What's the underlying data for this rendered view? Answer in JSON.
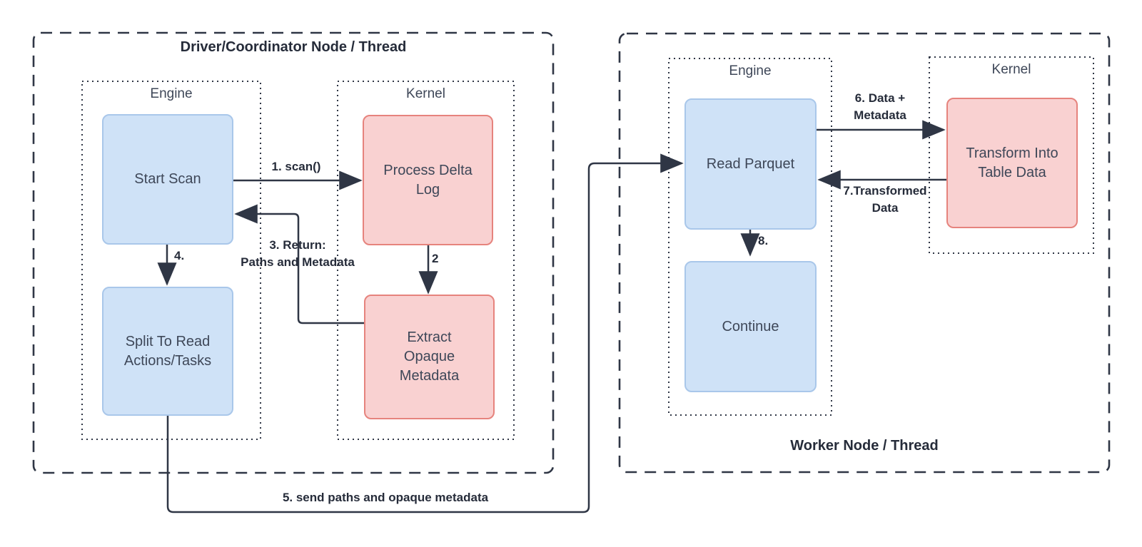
{
  "diagram": {
    "driver": {
      "title": "Driver/Coordinator Node / Thread",
      "engine_label": "Engine",
      "kernel_label": "Kernel",
      "nodes": {
        "start_scan": "Start Scan",
        "split_tasks": "Split To Read Actions/Tasks",
        "process_delta_log": "Process Delta Log",
        "extract_metadata": "Extract Opaque Metadata"
      }
    },
    "worker": {
      "title": "Worker Node / Thread",
      "engine_label": "Engine",
      "kernel_label": "Kernel",
      "nodes": {
        "read_parquet": "Read Parquet",
        "transform": "Transform Into Table Data",
        "continue": "Continue"
      }
    },
    "edges": {
      "scan": "1. scan()",
      "two": "2",
      "return_line1": "3. Return:",
      "return_line2": "Paths and Metadata",
      "four": "4.",
      "send_paths": "5. send paths and opaque metadata",
      "data_meta_line1": "6. Data +",
      "data_meta_line2": "Metadata",
      "transformed_line1": "7.Transformed",
      "transformed_line2": "Data",
      "eight": "8."
    },
    "colors": {
      "engine_node_fill": "#cfe2f7",
      "engine_node_border": "#a9c7ea",
      "kernel_node_fill": "#f9d1d1",
      "kernel_node_border": "#e6837d",
      "line": "#2f3645",
      "node_text": "#3e4758",
      "label_text": "#262c3a"
    }
  }
}
